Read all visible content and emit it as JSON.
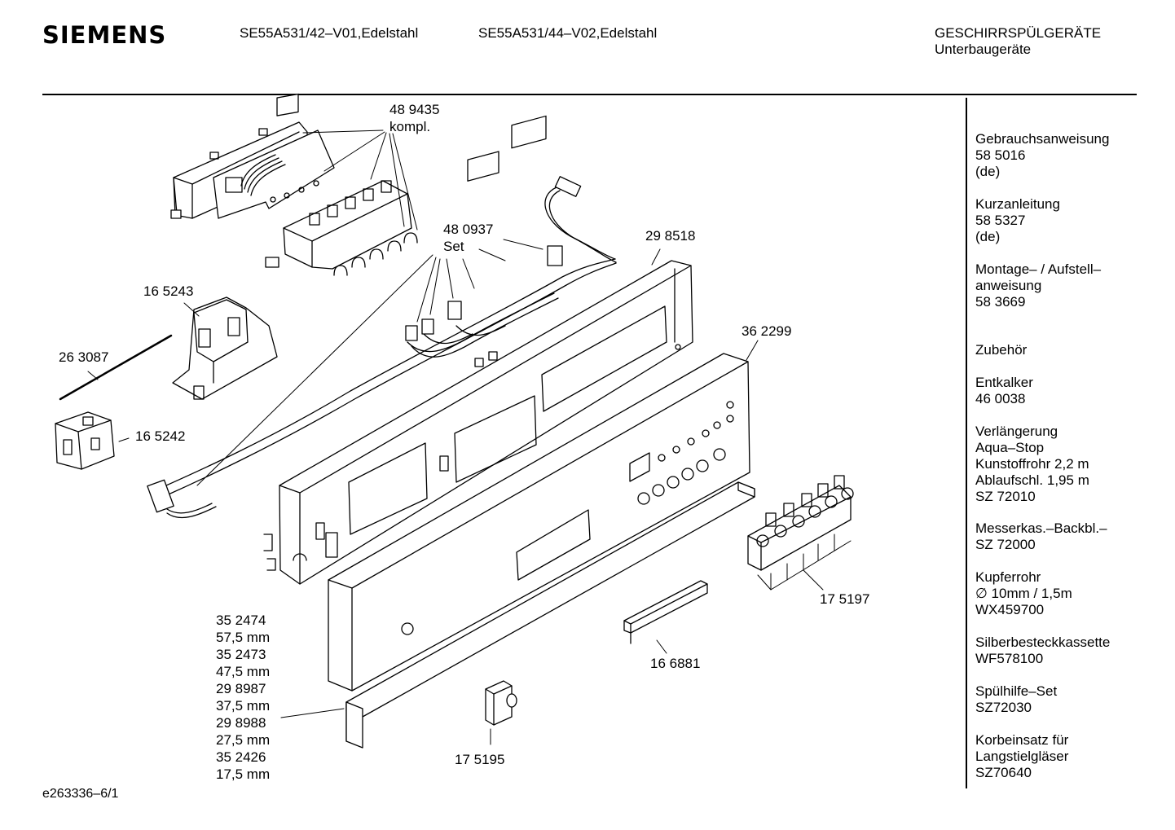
{
  "header": {
    "brand": "SIEMENS",
    "model_1": "SE55A531/42–V01,Edelstahl",
    "model_2": "SE55A531/44–V02,Edelstahl",
    "category": "GESCHIRRSPÜLGERÄTE",
    "subcategory": "Unterbaugeräte"
  },
  "sidebar": [
    {
      "lines": [
        "Gebrauchsanweisung",
        "58 5016",
        "(de)"
      ]
    },
    {
      "lines": [
        "Kurzanleitung",
        "58 5327",
        "(de)"
      ]
    },
    {
      "lines": [
        "Montage– / Aufstell–",
        "anweisung",
        "58 3669"
      ]
    },
    {
      "lines": [
        "Zubehör"
      ]
    },
    {
      "lines": [
        "Entkalker",
        "46 0038"
      ]
    },
    {
      "lines": [
        "Verlängerung",
        "Aqua–Stop",
        "Kunstoffrohr 2,2 m",
        "Ablaufschl. 1,95 m",
        "SZ 72010"
      ]
    },
    {
      "lines": [
        "Messerkas.–Backbl.–",
        "SZ 72000"
      ]
    },
    {
      "lines": [
        "Kupferrohr",
        "∅ 10mm / 1,5m",
        "WX459700"
      ]
    },
    {
      "lines": [
        "Silberbesteckkassette",
        "WF578100"
      ]
    },
    {
      "lines": [
        "Spülhilfe–Set",
        "SZ72030"
      ]
    },
    {
      "lines": [
        "Korbeinsatz für",
        "Langstielgläser",
        "SZ70640"
      ]
    }
  ],
  "parts": {
    "p489435": "48 9435",
    "p489435_note": "kompl.",
    "p480937": "48 0937",
    "p480937_note": "Set",
    "p298518": "29 8518",
    "p165243": "16 5243",
    "p263087": "26 3087",
    "p165242": "16 5242",
    "p362299": "36 2299",
    "p175197": "17 5197",
    "p166881": "16 6881",
    "p175195": "17 5195"
  },
  "variants": [
    "35 2474",
    "57,5 mm",
    "35 2473",
    "47,5 mm",
    "29 8987",
    "37,5 mm",
    "29 8988",
    "27,5 mm",
    "35 2426",
    "17,5 mm"
  ],
  "footer": {
    "code": "e263336–6/1"
  }
}
